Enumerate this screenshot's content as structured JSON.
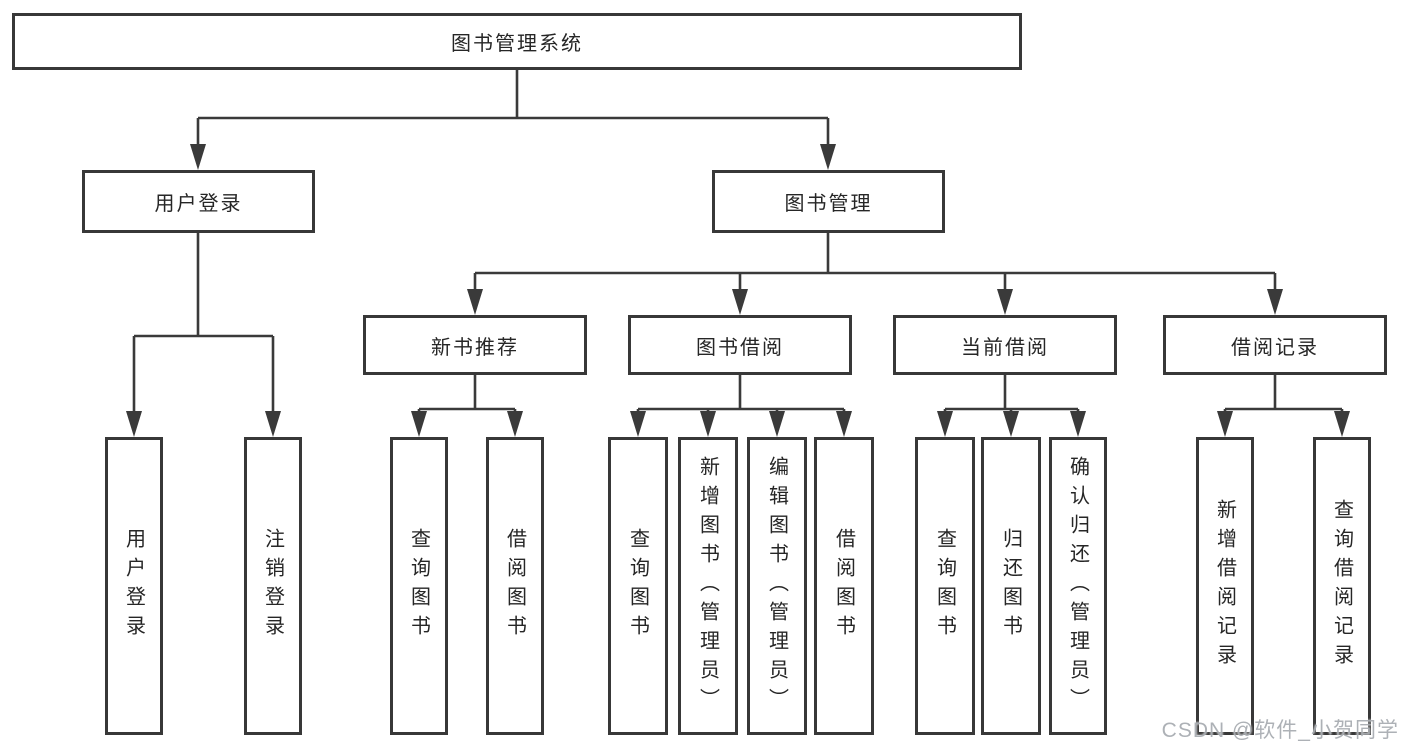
{
  "tree": {
    "label": "图书管理系统",
    "children": [
      {
        "label": "用户登录",
        "children": [
          {
            "label": "用户登录"
          },
          {
            "label": "注销登录"
          }
        ]
      },
      {
        "label": "图书管理",
        "children": [
          {
            "label": "新书推荐",
            "children": [
              {
                "label": "查询图书"
              },
              {
                "label": "借阅图书"
              }
            ]
          },
          {
            "label": "图书借阅",
            "children": [
              {
                "label": "查询图书"
              },
              {
                "label": "新增图书（管理员）"
              },
              {
                "label": "编辑图书（管理员）"
              },
              {
                "label": "借阅图书"
              }
            ]
          },
          {
            "label": "当前借阅",
            "children": [
              {
                "label": "查询图书"
              },
              {
                "label": "归还图书"
              },
              {
                "label": "确认归还（管理员）"
              }
            ]
          },
          {
            "label": "借阅记录",
            "children": [
              {
                "label": "新增借阅记录"
              },
              {
                "label": "查询借阅记录"
              }
            ]
          }
        ]
      }
    ]
  },
  "watermark": {
    "text": "CSDN @软件_小贺同学"
  },
  "colors": {
    "line": "#3a3a3a",
    "box_border": "#383838",
    "text": "#262626",
    "watermark": "#a4a9ae",
    "background": "#ffffff"
  }
}
